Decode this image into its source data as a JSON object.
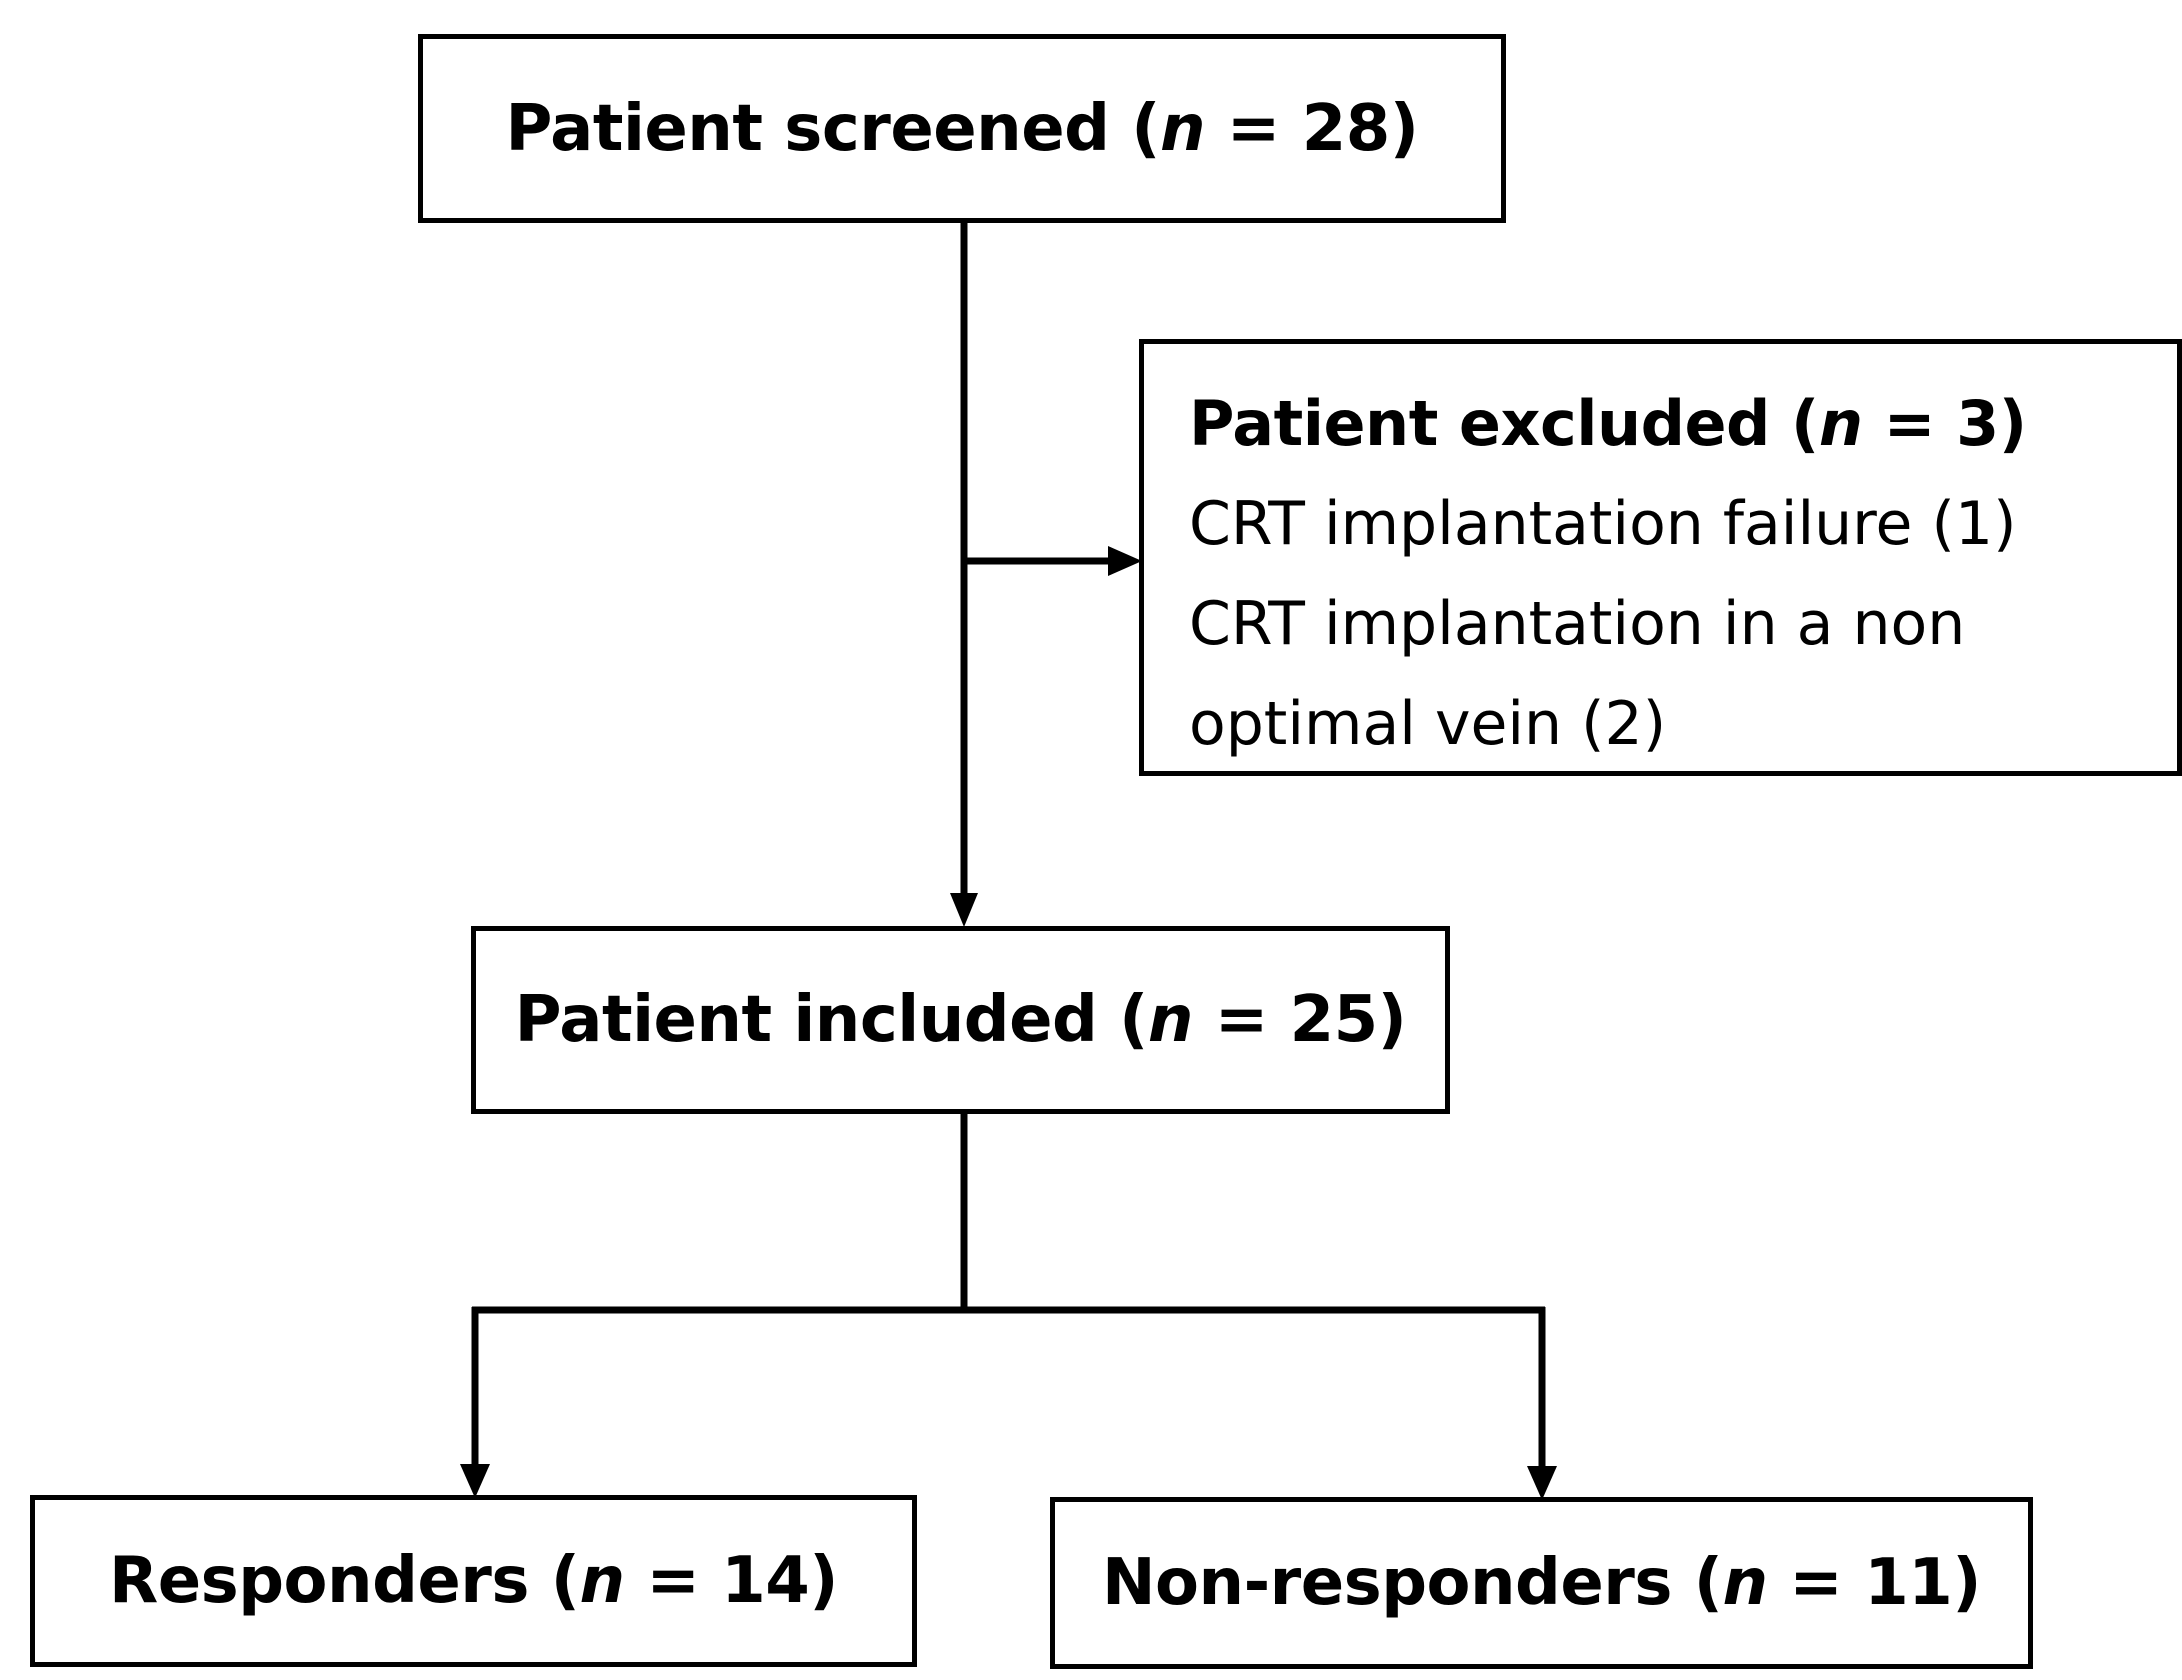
{
  "flow": {
    "screened": {
      "label": "Patient screened (",
      "var": "n",
      "rest": " = 28)"
    },
    "excluded": {
      "label": "Patient excluded (",
      "var": "n",
      "rest": " = 3)",
      "reasons": [
        "CRT implantation failure (1)",
        "CRT implantation in a non",
        "optimal vein (2)"
      ]
    },
    "included": {
      "label": "Patient included (",
      "var": "n",
      "rest": " = 25)"
    },
    "responders": {
      "label": "Responders (",
      "var": "n",
      "rest": " = 14)"
    },
    "nonresponders": {
      "label": "Non-responders (",
      "var": "n",
      "rest": " = 11)"
    }
  },
  "colors": {
    "line": "#000000",
    "box_border": "#000000",
    "background": "#ffffff"
  }
}
